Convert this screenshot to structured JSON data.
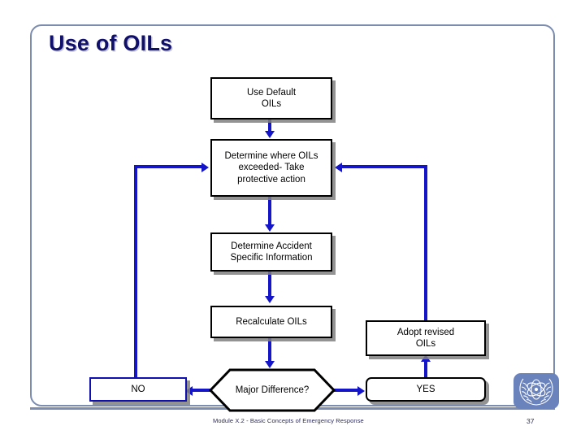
{
  "slide": {
    "title": "Use of OILs",
    "title_color": "#10106b",
    "frame_color": "#7b8cae",
    "connector_color": "#1414c8"
  },
  "flowchart": {
    "type": "flowchart",
    "nodes": [
      {
        "id": "use-default-oils",
        "label": "Use Default\nOILs",
        "shape": "rect",
        "border": "black"
      },
      {
        "id": "determine-exceeded",
        "label": "Determine where OILs\nexceeded- Take\nprotective action",
        "shape": "rect",
        "border": "black"
      },
      {
        "id": "determine-accident",
        "label": "Determine Accident\nSpecific Information",
        "shape": "rect",
        "border": "black"
      },
      {
        "id": "recalculate-oils",
        "label": "Recalculate OILs",
        "shape": "rect",
        "border": "black"
      },
      {
        "id": "major-difference",
        "label": "Major Difference?",
        "shape": "hexagon",
        "border": "black"
      },
      {
        "id": "no",
        "label": "NO",
        "shape": "rect",
        "border": "blue"
      },
      {
        "id": "yes",
        "label": "YES",
        "shape": "rounded",
        "border": "black"
      },
      {
        "id": "adopt-revised-oils",
        "label": "Adopt revised\nOILs",
        "shape": "rect",
        "border": "black"
      }
    ],
    "edges": [
      {
        "from": "use-default-oils",
        "to": "determine-exceeded"
      },
      {
        "from": "determine-exceeded",
        "to": "determine-accident"
      },
      {
        "from": "determine-accident",
        "to": "recalculate-oils"
      },
      {
        "from": "recalculate-oils",
        "to": "major-difference"
      },
      {
        "from": "major-difference",
        "to": "no"
      },
      {
        "from": "major-difference",
        "to": "yes"
      },
      {
        "from": "no",
        "to": "determine-exceeded"
      },
      {
        "from": "yes",
        "to": "adopt-revised-oils"
      },
      {
        "from": "adopt-revised-oils",
        "to": "determine-exceeded"
      }
    ]
  },
  "labels": {
    "use_default_oils_l1": "Use Default",
    "use_default_oils_l2": "OILs",
    "determine_exceeded_l1": "Determine where OILs",
    "determine_exceeded_l2": "exceeded- Take",
    "determine_exceeded_l3": "protective action",
    "determine_accident_l1": "Determine Accident",
    "determine_accident_l2": "Specific Information",
    "recalculate_oils": "Recalculate OILs",
    "major_difference": "Major Difference?",
    "no": "NO",
    "yes": "YES",
    "adopt_revised_l1": "Adopt revised",
    "adopt_revised_l2": "OILs"
  },
  "footer": {
    "text": "Module X.2 - Basic Concepts of Emergency Response",
    "page_number": "37",
    "logo_name": "iaea-logo"
  }
}
